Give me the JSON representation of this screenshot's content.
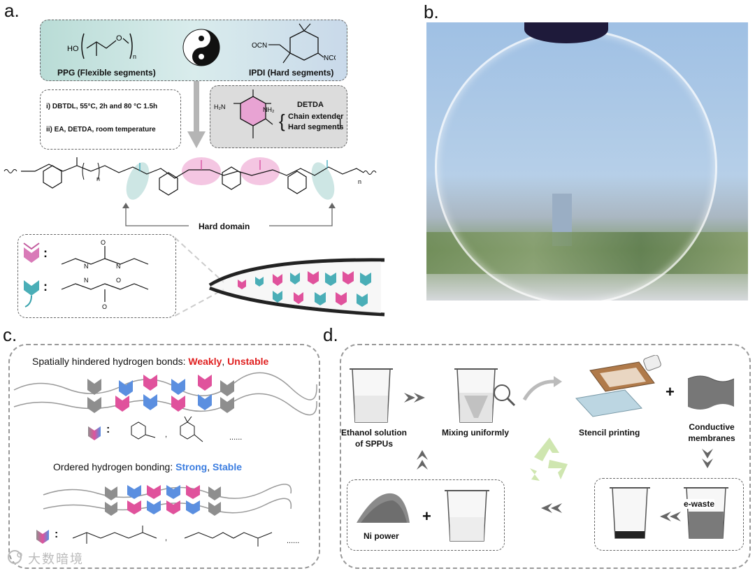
{
  "panels": {
    "a": {
      "letter": "a.",
      "ppg_formula_ho": "HO",
      "ppg_formula_n": "n",
      "ppg_formula_o": "O",
      "ppg_label": "PPG (Flexible segments)",
      "ipdi_label": "IPDI (Hard segments)",
      "ipdi_ocn": "OCN",
      "ipdi_nco": "NCO",
      "cond_1": "i) DBTDL, 55°C, 2h and 80 °C 1.5h",
      "cond_2": "ii) EA, DETDA, room temperature",
      "detda_name": "DETDA",
      "detda_role_1": "Chain extender",
      "detda_role_2": "Hard segments",
      "detda_nh2_left": "H₂N",
      "detda_nh2_right": "NH₂",
      "chain_n1": "n",
      "chain_n2": "n",
      "hard_domain": "Hard domain",
      "legend_colon_1": ":",
      "legend_colon_2": ":"
    },
    "b": {
      "letter": "b."
    },
    "c": {
      "letter": "c.",
      "title1_prefix": "Spatially hindered hydrogen bonds: ",
      "title1_weak": "Weakly",
      "title1_sep": ", ",
      "title1_unstable": "Unstable",
      "title2_prefix": "Ordered hydrogen bonding: ",
      "title2_strong": "Strong",
      "title2_sep": ", ",
      "title2_stable": "Stable",
      "colon_1": ":",
      "colon_2": ":",
      "ellipsis_1": "......",
      "ellipsis_2": "......",
      "comma_1": ",",
      "comma_2": ","
    },
    "d": {
      "letter": "d.",
      "ethanol_label_1": "Ethanol solution",
      "ethanol_label_2": "of SPPUs",
      "mixing_label": "Mixing uniformly",
      "stencil_label": "Stencil printing",
      "conductive_1": "Conductive",
      "conductive_2": "membranes",
      "plus_1": "+",
      "plus_2": "+",
      "ni_label": "Ni power",
      "ewaste_label": "e-waste"
    }
  },
  "watermark": "大数暗境",
  "colors": {
    "pink": "#e0529c",
    "blue": "#4a7fd4",
    "teal": "#3fa6b4",
    "red_text": "#e02020",
    "blue_text": "#3b7de0",
    "gray_box": "#d9d9d9"
  }
}
